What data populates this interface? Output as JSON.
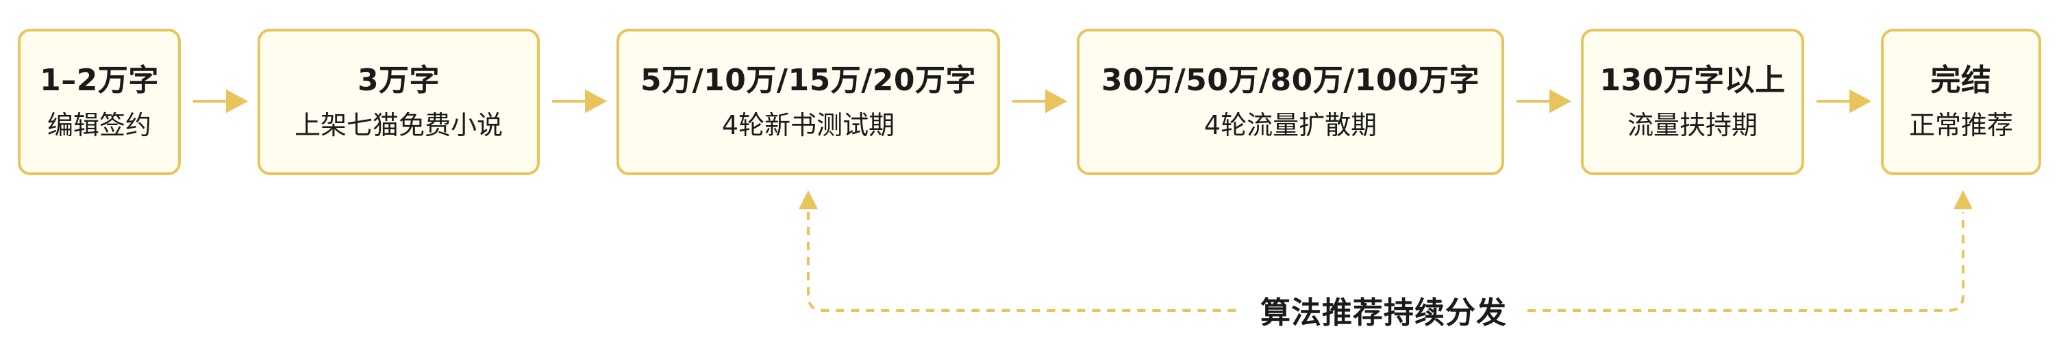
{
  "steps": [
    {
      "title": "1–2万字",
      "subtitle": "编辑签约"
    },
    {
      "title": "3万字",
      "subtitle": "上架七猫免费小说"
    },
    {
      "title": "5万/10万/15万/20万字",
      "subtitle": "4轮新书测试期"
    },
    {
      "title": "30万/50万/80万/100万字",
      "subtitle": "4轮流量扩散期"
    },
    {
      "title": "130万字以上",
      "subtitle": "流量扶持期"
    },
    {
      "title": "完结",
      "subtitle": "正常推荐"
    }
  ],
  "loop": {
    "label": "算法推荐持续分发"
  },
  "colors": {
    "border": "#e9c45d",
    "fill": "#fffcf0",
    "arrow": "#e9c45d",
    "text": "#1a1a1a"
  }
}
